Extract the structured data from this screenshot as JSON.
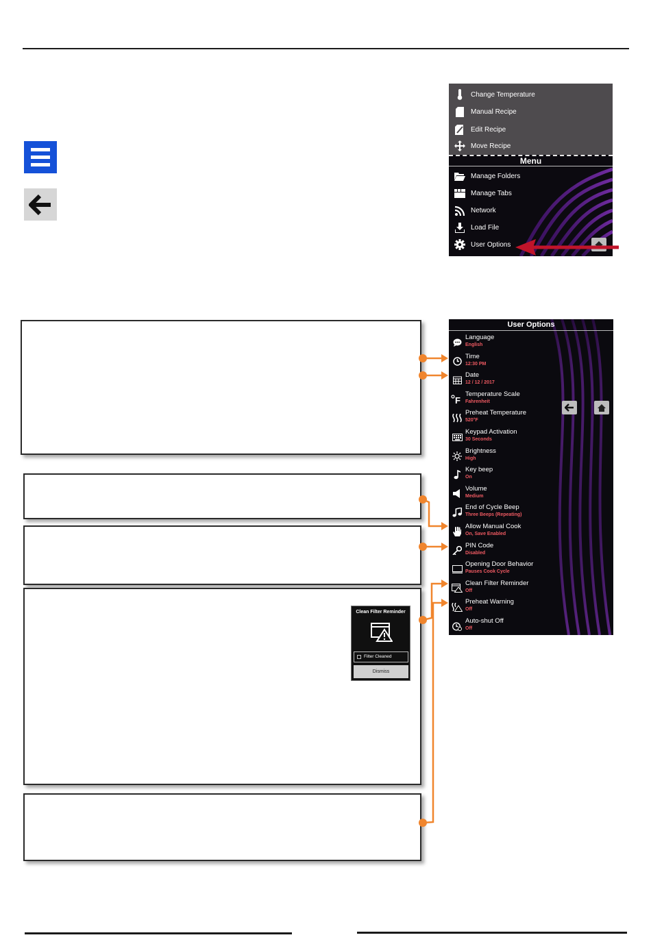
{
  "colors": {
    "menu_button_blue": "#1551d8",
    "back_button_gray": "#d6d6d6",
    "callout_orange": "#f0852d",
    "pointer_red": "#c0142a",
    "option_value_red": "#f05a62"
  },
  "menu_panel": {
    "recipe_items": [
      {
        "label": "Change Temperature",
        "icon": "thermometer-icon"
      },
      {
        "label": "Manual Recipe",
        "icon": "document-icon"
      },
      {
        "label": "Edit Recipe",
        "icon": "edit-icon"
      },
      {
        "label": "Move Recipe",
        "icon": "move-icon"
      }
    ],
    "title": "Menu",
    "menu_items": [
      {
        "label": "Manage Folders",
        "icon": "folder-icon"
      },
      {
        "label": "Manage Tabs",
        "icon": "tabs-icon"
      },
      {
        "label": "Network",
        "icon": "network-icon"
      },
      {
        "label": "Load File",
        "icon": "download-icon"
      },
      {
        "label": "User Options",
        "icon": "gear-icon"
      }
    ]
  },
  "user_options": {
    "title": "User Options",
    "items": [
      {
        "name": "Language",
        "value": "English",
        "icon": "chat-icon"
      },
      {
        "name": "Time",
        "value": "12:30 PM",
        "icon": "clock-icon"
      },
      {
        "name": "Date",
        "value": "12 / 12 / 2017",
        "icon": "calendar-icon"
      },
      {
        "name": "Temperature Scale",
        "value": "Fahrenheit",
        "icon": "fahrenheit-icon"
      },
      {
        "name": "Preheat Temperature",
        "value": "520°F",
        "icon": "heat-icon"
      },
      {
        "name": "Keypad Activation",
        "value": "30 Seconds",
        "icon": "keypad-icon"
      },
      {
        "name": "Brightness",
        "value": "High",
        "icon": "sun-icon"
      },
      {
        "name": "Key beep",
        "value": "On",
        "icon": "music-note-icon"
      },
      {
        "name": "Volume",
        "value": "Medium",
        "icon": "speaker-icon"
      },
      {
        "name": "End of Cycle Beep",
        "value": "Three Beeps (Repeating)",
        "icon": "music-notes-icon"
      },
      {
        "name": "Allow Manual Cook",
        "value": "On, Save Enabled",
        "icon": "hand-icon"
      },
      {
        "name": "PIN Code",
        "value": "Disabled",
        "icon": "key-icon"
      },
      {
        "name": "Opening Door Behavior",
        "value": "Pauses Cook Cycle",
        "icon": "oven-door-icon"
      },
      {
        "name": "Clean Filter Reminder",
        "value": "Off",
        "icon": "filter-warning-icon"
      },
      {
        "name": "Preheat Warning",
        "value": "Off",
        "icon": "preheat-warning-icon"
      },
      {
        "name": "Auto-shut Off",
        "value": "Off",
        "icon": "timer-off-icon"
      }
    ]
  },
  "clean_filter_dialog": {
    "title": "Clean Filter Reminder",
    "checkbox_label": "Filter Cleaned",
    "dismiss_label": "Dismiss"
  }
}
